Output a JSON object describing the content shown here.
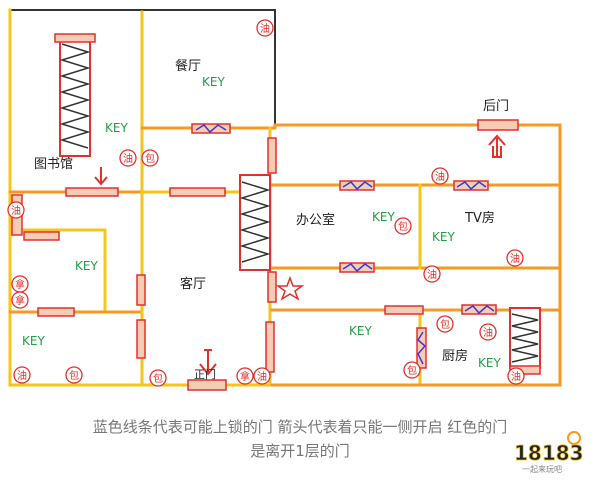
{
  "rooms": {
    "library": "图书馆",
    "dining": "餐厅",
    "office": "办公室",
    "tv_room": "TV房",
    "living_room": "客厅",
    "kitchen": "厨房",
    "back_door": "后门",
    "front_door": "正门"
  },
  "key_label": "KEY",
  "markers": {
    "oil": "油",
    "bag": "包",
    "gun": "拿"
  },
  "caption": {
    "line1": "蓝色线条代表可能上锁的门 箭头代表着只能一侧开启 红色的门",
    "line2": "是离开1层的门"
  },
  "logo": {
    "text": "18183",
    "tagline": "一起来玩吧"
  },
  "colors": {
    "wall_orange": "#f59a23",
    "wall_yellow": "#f5c518",
    "wall_dark": "#333333",
    "door_red": "#e0312c",
    "door_fill": "#f6cdb4",
    "lock_blue": "#3a3ad6",
    "key_green": "#20a043",
    "marker_red": "#e0312c",
    "star_red": "#e0312c"
  }
}
